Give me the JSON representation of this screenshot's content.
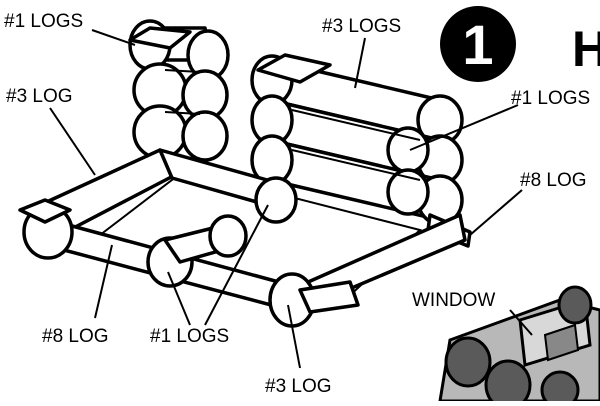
{
  "step": {
    "number": "1",
    "heading_fragment": "H"
  },
  "callouts": {
    "top_left_logs": "#1 LOGS",
    "left_log": "#3 LOG",
    "top_center_logs": "#3 LOGS",
    "right_logs": "#1 LOGS",
    "right_log": "#8 LOG",
    "bottom_left_log": "#8 LOG",
    "bottom_center_logs": "#1 LOGS",
    "bottom_log": "#3 LOG",
    "window": "WINDOW"
  },
  "colors": {
    "ink": "#000000",
    "log_fill": "#ffffff",
    "shade": "#b8b8b8",
    "dark_shade": "#5a5a5a"
  }
}
